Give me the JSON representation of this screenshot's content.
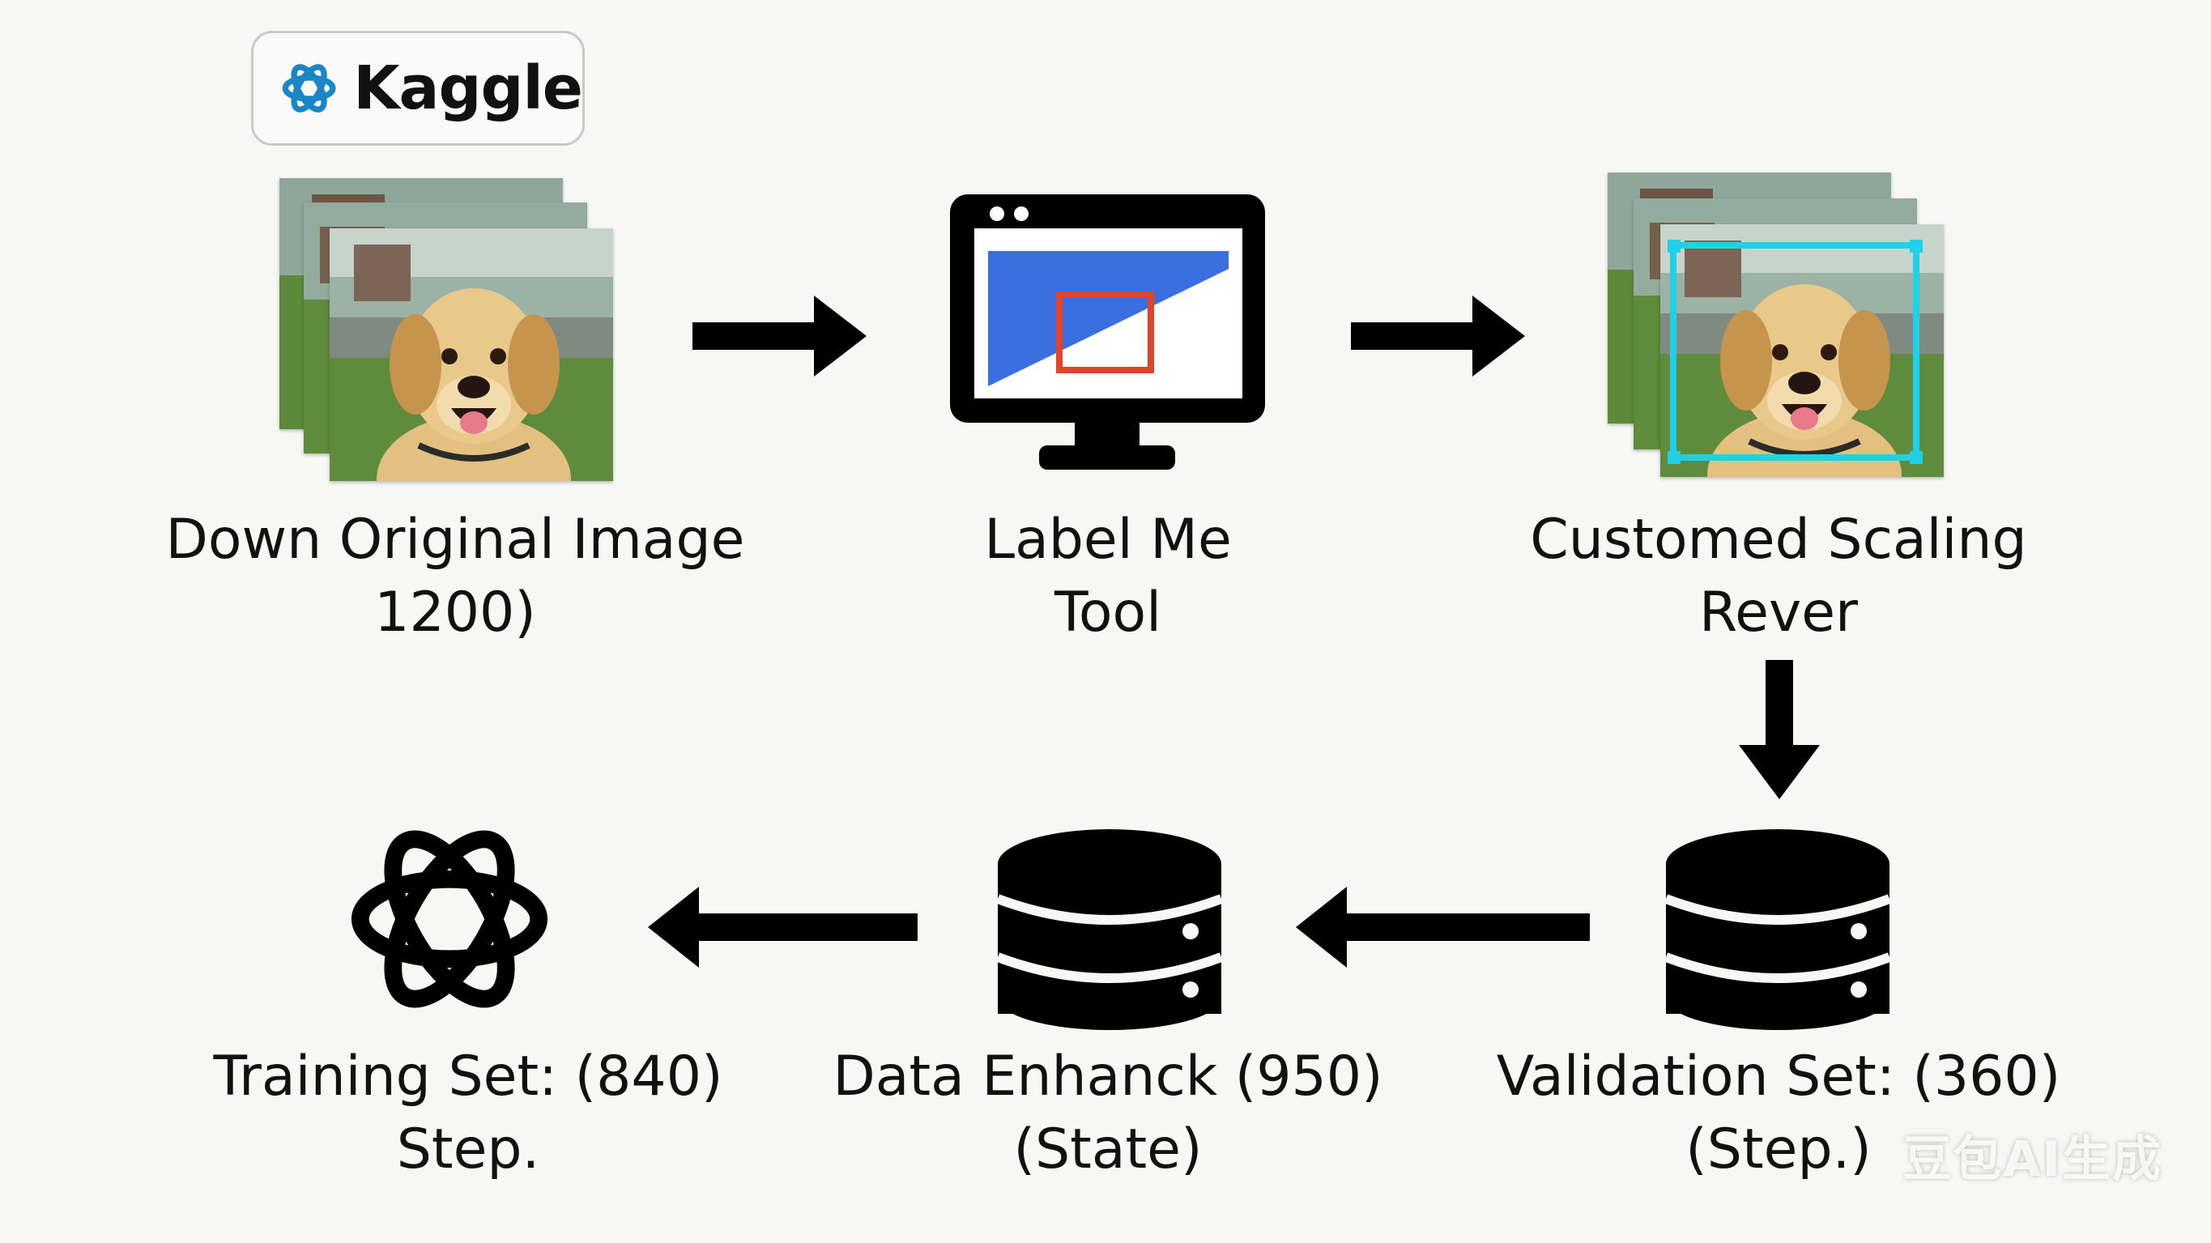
{
  "badge": {
    "label": "Kaggle",
    "icon": "knot-logo-icon"
  },
  "nodes": {
    "original": {
      "line1": "Down Original Image",
      "line2": "1200)"
    },
    "labelme": {
      "line1": "Label Me",
      "line2": "Tool"
    },
    "scaling": {
      "line1": "Customed Scaling",
      "line2": "Rever"
    },
    "validation": {
      "line1": "Validation Set: (360)",
      "line2": "(Step.)"
    },
    "enhance": {
      "line1": "Data Enhanck (950)",
      "line2": "(State)"
    },
    "training": {
      "line1": "Training Set: (840)",
      "line2": "Step."
    }
  },
  "watermark": "豆包AI生成",
  "colors": {
    "background": "#f7f7f5",
    "arrow": "#000000",
    "screen_blue": "#3b6fe0",
    "bbox_red": "#e0452b",
    "bbox_cyan": "#1fd0e8"
  }
}
